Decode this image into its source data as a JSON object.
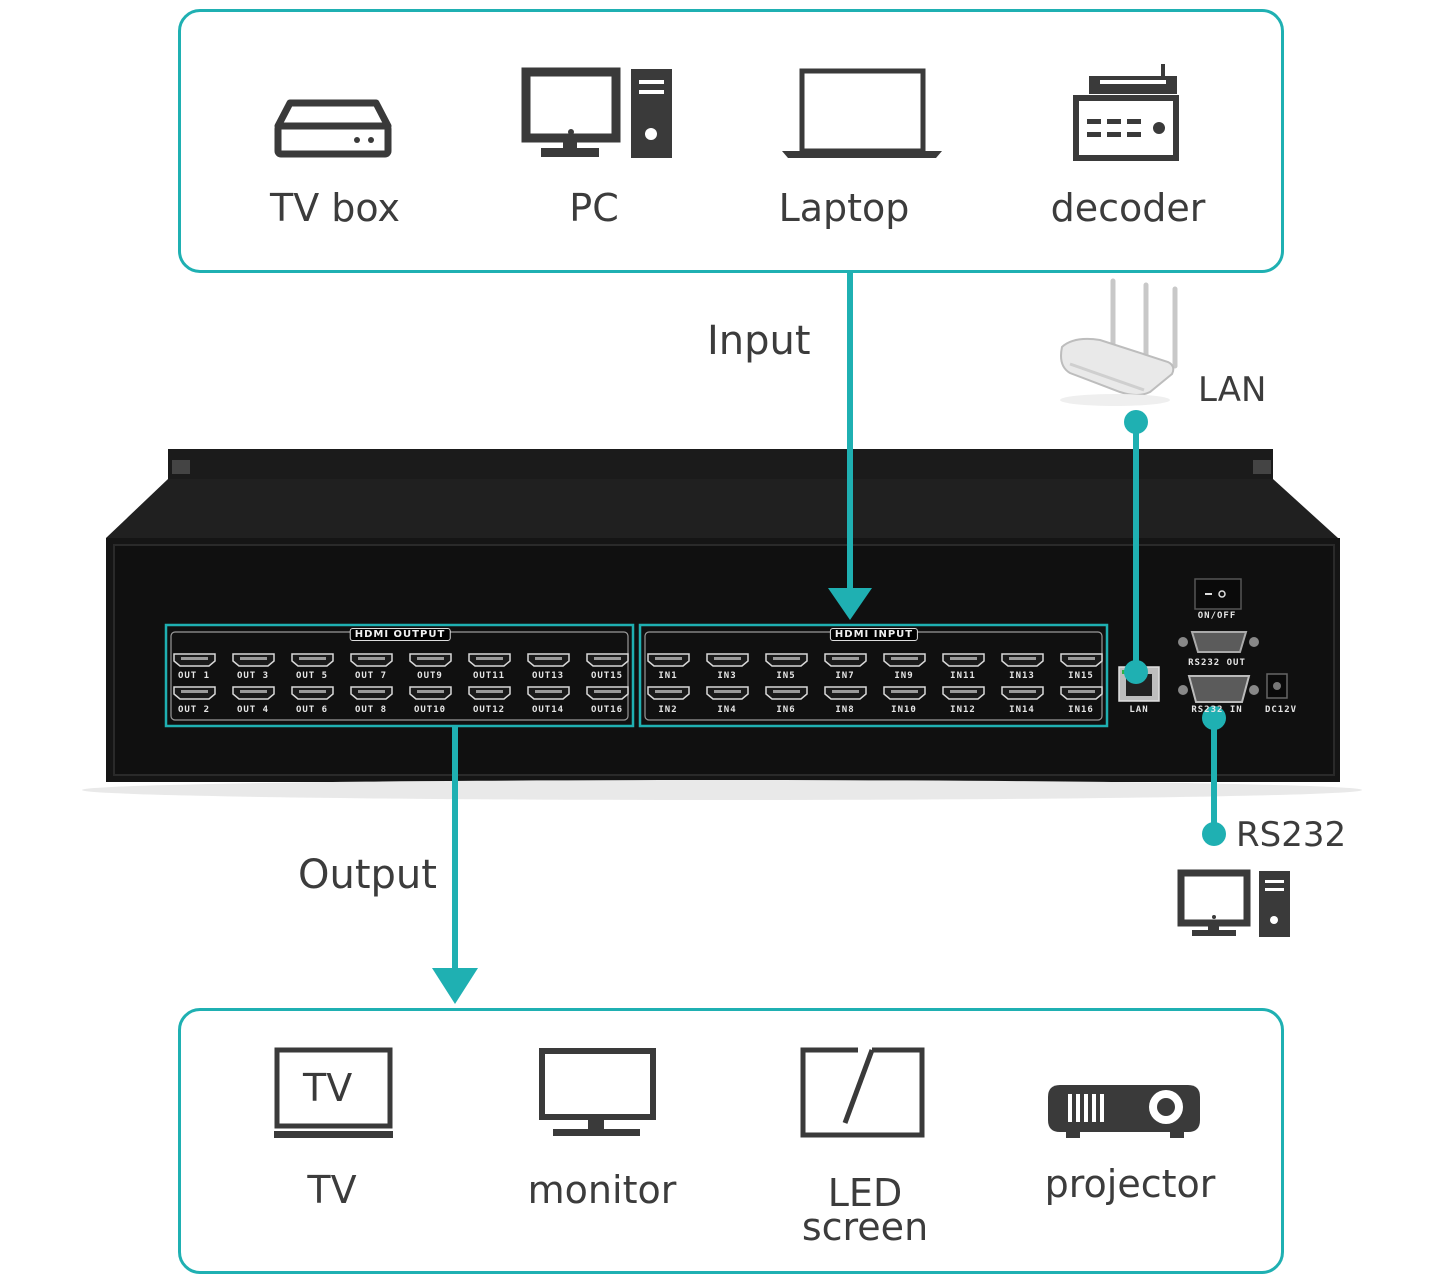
{
  "sources": {
    "items": [
      {
        "label": "TV box",
        "icon": "tv-box-icon"
      },
      {
        "label": "PC",
        "icon": "pc-icon"
      },
      {
        "label": "Laptop",
        "icon": "laptop-icon"
      },
      {
        "label": "decoder",
        "icon": "decoder-icon"
      }
    ]
  },
  "flows": {
    "input_label": "Input",
    "output_label": "Output"
  },
  "lan": {
    "label": "LAN",
    "icon": "router-icon"
  },
  "rs232": {
    "label": "RS232",
    "icon": "pc-icon"
  },
  "device": {
    "output_group_title": "HDMI OUTPUT",
    "input_group_title": "HDMI INPUT",
    "outputs_top": [
      "OUT 1",
      "OUT 3",
      "OUT 5",
      "OUT 7",
      "OUT9",
      "OUT11",
      "OUT13",
      "OUT15"
    ],
    "outputs_bottom": [
      "OUT 2",
      "OUT 4",
      "OUT 6",
      "OUT 8",
      "OUT10",
      "OUT12",
      "OUT14",
      "OUT16"
    ],
    "inputs_top": [
      "IN1",
      "IN3",
      "IN5",
      "IN7",
      "IN9",
      "IN11",
      "IN13",
      "IN15"
    ],
    "inputs_bottom": [
      "IN2",
      "IN4",
      "IN6",
      "IN8",
      "IN10",
      "IN12",
      "IN14",
      "IN16"
    ],
    "power_label": "ON/OFF",
    "rs232_out_label": "RS232 OUT",
    "rs232_in_label": "RS232 IN",
    "lan_port_label": "LAN",
    "dc_label": "DC12V"
  },
  "displays": {
    "items": [
      {
        "label": "TV",
        "icon": "tv-icon",
        "icon_text": "TV"
      },
      {
        "label": "monitor",
        "icon": "monitor-icon"
      },
      {
        "label": "LED screen",
        "icon": "led-screen-icon"
      },
      {
        "label": "projector",
        "icon": "projector-icon"
      }
    ]
  },
  "colors": {
    "accent": "#1fb0b2",
    "icon": "#3a3a3a",
    "device": "#151515"
  }
}
